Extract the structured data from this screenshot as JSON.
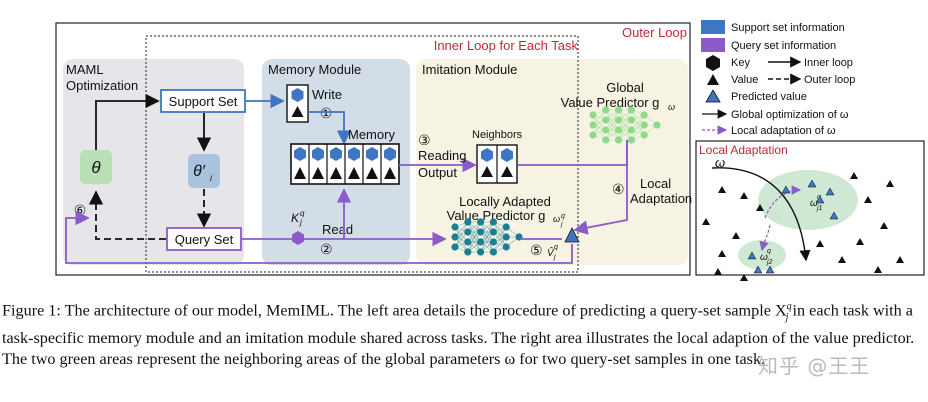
{
  "title": "Outer Loop",
  "inner_loop_label": "Inner Loop for Each Task",
  "maml": {
    "title_line1": "MAML",
    "title_line2": "Optimization",
    "theta": "θ",
    "theta_prime": "θ′",
    "theta_prime_sub": "i",
    "step6": "⑥"
  },
  "support_set": "Support Set",
  "query_set": "Query Set",
  "memory_module": {
    "title": "Memory Module",
    "write": "Write",
    "step1": "①",
    "memory": "Memory",
    "read": "Read",
    "step2": "②",
    "key": "K",
    "key_sup": "q",
    "key_sub": "j"
  },
  "imitation_module": {
    "title": "Imitation Module",
    "global_line1": "Global",
    "global_line2": "Value Predictor g",
    "global_sub": "ω",
    "neighbors": "Neighbors",
    "step3": "③",
    "reading": "Reading",
    "output": "Output",
    "local_line1": "Locally Adapted",
    "local_line2": "Value Predictor g",
    "local_sub": "ω",
    "local_sub2": "q",
    "local_sub3": "j",
    "step4": "④",
    "local_adaptation_line1": "Local",
    "local_adaptation_line2": "Adaptation",
    "step5": "⑤",
    "vhat": "V̂",
    "vhat_sup": "q",
    "vhat_sub": "j"
  },
  "legend": {
    "support": "Support set information",
    "query": "Query set information",
    "key": "Key",
    "value": "Value",
    "predicted": "Predicted value",
    "inner": "Inner loop",
    "outer": "Outer loop",
    "global_opt": "Global optimization of ω",
    "local_adapt": "Local adaptation of ω"
  },
  "local_adaptation_panel": {
    "title": "Local Adaptation",
    "omega": "ω",
    "omega_j1": "ω",
    "omega_j1_sub": "j1",
    "omega_j1_sup": "q",
    "omega_j2": "ω",
    "omega_j2_sub": "j2",
    "omega_j2_sup": "q"
  },
  "caption": {
    "p1": "Figure 1:  The architecture of our model, MemIML. The left area details the procedure of predicting a query-set sample X",
    "p1_sup": "q",
    "p1_sub": "j",
    "p2": " in each task with a task-specific memory module and an imitation module shared across tasks.  The right area illustrates the local adaption of the value predictor. The two green areas represent the neighboring areas of the global parameters ω for two query-set samples in one task."
  },
  "watermark": "知乎 @王王",
  "colors": {
    "support_blue": "#3f76c2",
    "query_purple": "#8a5bc9",
    "memory_bg": "#d3dde8",
    "maml_bg": "#e6e6ea",
    "imitation_bg": "#f6f3e2",
    "outer_red": "#c0283a",
    "theta_green": "#b9dfb4",
    "theta_prime_blue": "#a9c3df",
    "node_teal": "#1a7f95",
    "node_green": "#8fd98a"
  }
}
